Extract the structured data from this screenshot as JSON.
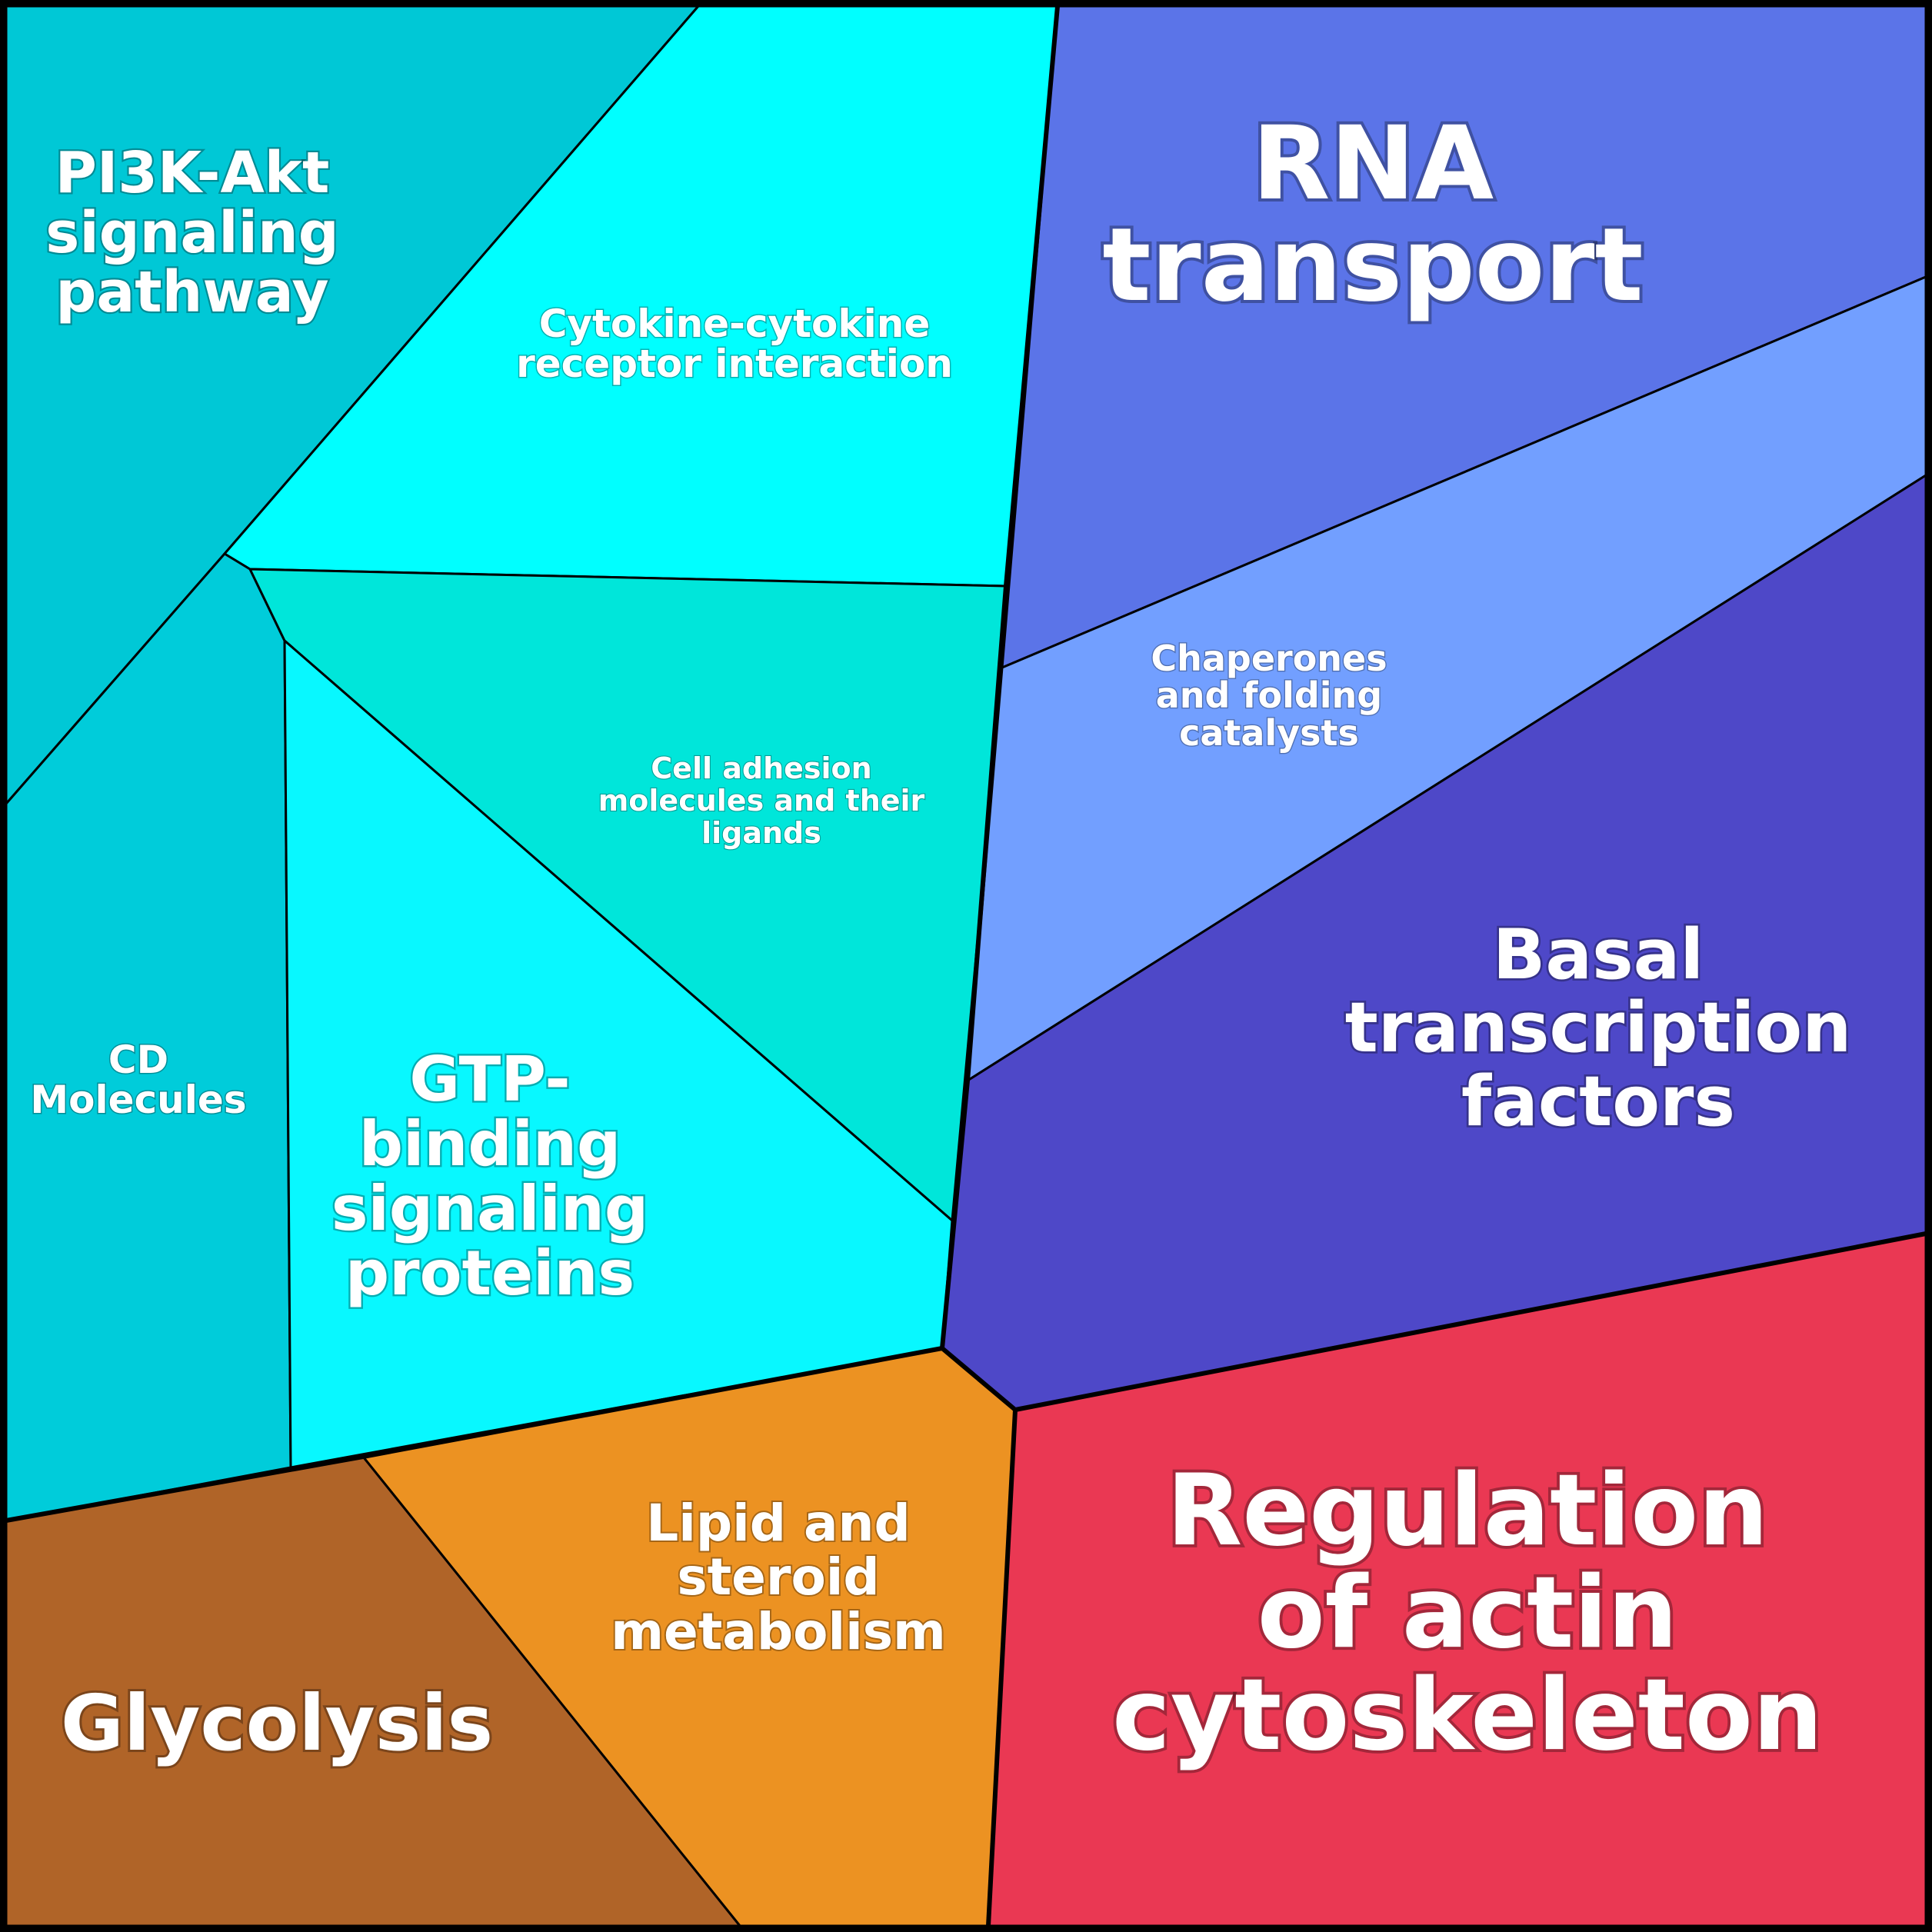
{
  "diagram": {
    "type": "voronoi-treemap",
    "cells": [
      {
        "id": "pi3k",
        "group": "cyan",
        "color": "#00C8D6",
        "label_lines": [
          "PI3K-Akt",
          "signaling",
          "pathway"
        ]
      },
      {
        "id": "cytokine",
        "group": "cyan",
        "color": "#00FFFF",
        "label_lines": [
          "Cytokine-cytokine",
          "receptor interaction"
        ]
      },
      {
        "id": "cd-molecules",
        "group": "cyan",
        "color": "#00CCDA",
        "label_lines": [
          "CD",
          "Molecules"
        ]
      },
      {
        "id": "cell-adhesion",
        "group": "cyan",
        "color": "#00E6DA",
        "label_lines": [
          "Cell adhesion",
          "molecules and their",
          "ligands"
        ]
      },
      {
        "id": "gtp-binding",
        "group": "cyan",
        "color": "#08F8FF",
        "label_lines": [
          "GTP-",
          "binding",
          "signaling",
          "proteins"
        ]
      },
      {
        "id": "rna-transport",
        "group": "blue",
        "color": "#5B74E8",
        "label_lines": [
          "RNA",
          "transport"
        ]
      },
      {
        "id": "chaperones",
        "group": "blue",
        "color": "#729FFF",
        "label_lines": [
          "Chaperones",
          "and folding",
          "catalysts"
        ]
      },
      {
        "id": "basal-transcription",
        "group": "blue",
        "color": "#4E48C8",
        "label_lines": [
          "Basal",
          "transcription",
          "factors"
        ]
      },
      {
        "id": "actin",
        "group": "red",
        "color": "#EA3853",
        "label_lines": [
          "Regulation",
          "of actin",
          "cytoskeleton"
        ]
      },
      {
        "id": "lipid",
        "group": "orange",
        "color": "#EC9222",
        "label_lines": [
          "Lipid and",
          "steroid",
          "metabolism"
        ]
      },
      {
        "id": "glycolysis",
        "group": "orange",
        "color": "#B06428",
        "label_lines": [
          "Glycolysis"
        ]
      }
    ]
  }
}
